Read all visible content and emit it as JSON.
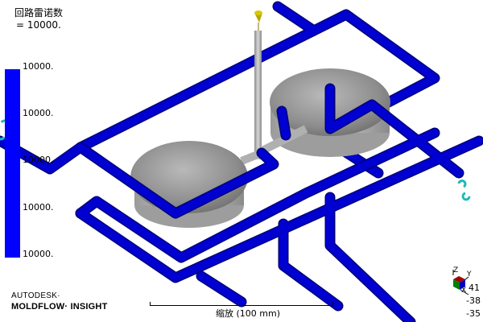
{
  "result": {
    "title": "回路雷诺数",
    "value": "= 10000."
  },
  "legend": {
    "color": "#0000ff",
    "labels": [
      "10000.",
      "10000.",
      "10000.",
      "10000.",
      "10000."
    ]
  },
  "branding": {
    "line1": "AUTODESK·",
    "line2": "MOLDFLOW· INSIGHT"
  },
  "scale": {
    "label": "缩放 (100 mm)"
  },
  "axis_triad": {
    "z_label": "Z",
    "y_label": "Y",
    "x_label": "X",
    "values": [
      "41",
      "-38",
      "-35"
    ]
  },
  "colors": {
    "cooling_channel": "#0000c8",
    "cooling_channel_dark": "#00007a",
    "part": "#a8a8a8",
    "runner": "#b4b4b4",
    "injection_point": "#c8b400",
    "coolant_inlet": "#20c0c0"
  }
}
